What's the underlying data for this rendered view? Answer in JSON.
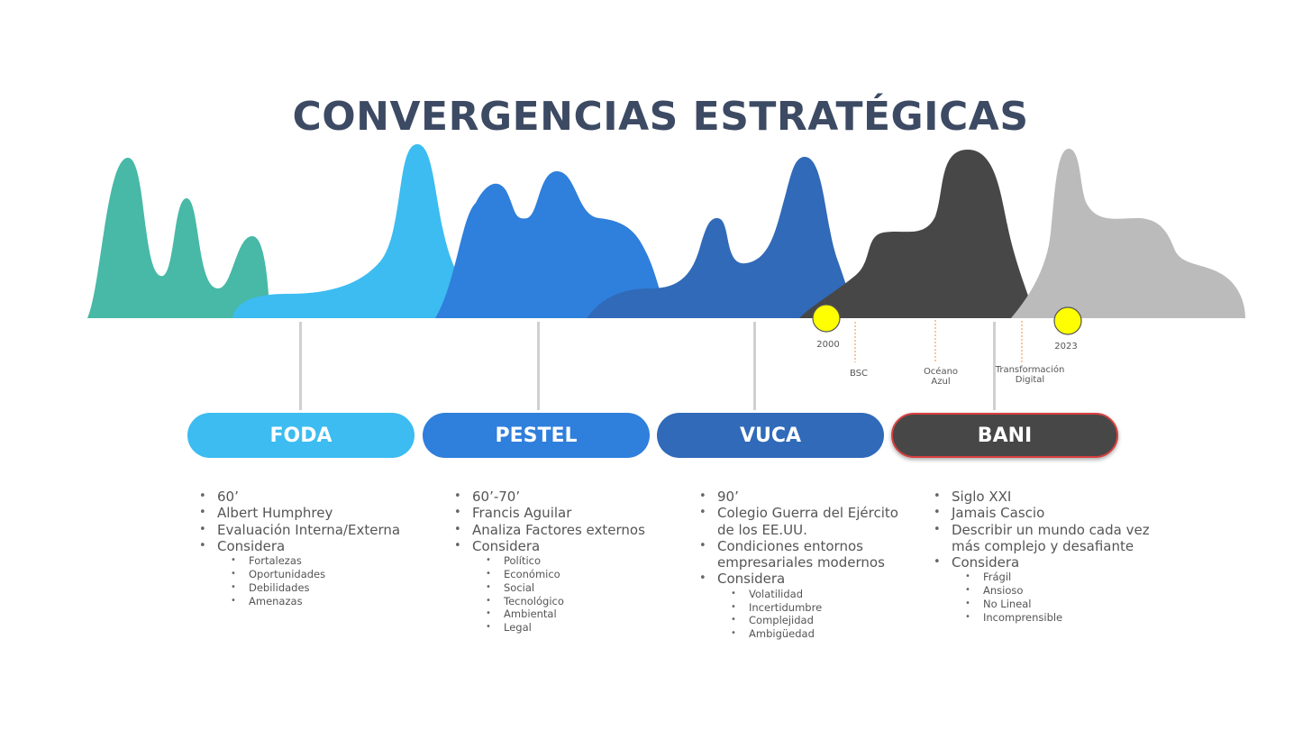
{
  "title": "CONVERGENCIAS ESTRATÉGICAS",
  "colors": {
    "title": "#3d4a63",
    "foda": "#3cbcf0",
    "pestel": "#2f7fdc",
    "vuca": "#306ab8",
    "bani": "#474747",
    "bani_border": "#d94040",
    "teal": "#47b9a6",
    "gray": "#bbbbbb",
    "marker": "#ffff00"
  },
  "timeline": {
    "markers": [
      {
        "label": "2000"
      },
      {
        "label": "2023"
      }
    ],
    "annotations": [
      {
        "line1": "BSC",
        "line2": ""
      },
      {
        "line1": "Océano",
        "line2": "Azul"
      },
      {
        "line1": "Transformación",
        "line2": "Digital"
      }
    ]
  },
  "columns": {
    "foda": {
      "label": "FODA",
      "items": [
        "60’",
        "Albert Humphrey",
        "Evaluación Interna/Externa",
        "Considera"
      ],
      "sub": [
        "Fortalezas",
        "Oportunidades",
        "Debilidades",
        "Amenazas"
      ]
    },
    "pestel": {
      "label": "PESTEL",
      "items": [
        "60’-70’",
        "Francis Aguilar",
        "Analiza Factores externos",
        "Considera"
      ],
      "sub": [
        "Político",
        "Económico",
        "Social",
        "Tecnológico",
        "Ambiental",
        "Legal"
      ]
    },
    "vuca": {
      "label": "VUCA",
      "items": [
        "90’",
        "Colegio Guerra del Ejército de los EE.UU.",
        "Condiciones entornos empresariales modernos",
        "Considera"
      ],
      "sub": [
        "Volatilidad",
        "Incertidumbre",
        "Complejidad",
        "Ambigüedad"
      ]
    },
    "bani": {
      "label": "BANI",
      "items": [
        "Siglo XXI",
        "Jamais Cascio",
        "Describir un mundo cada vez más complejo y desafiante",
        "Considera"
      ],
      "sub": [
        "Frágil",
        "Ansioso",
        "No Lineal",
        "Incomprensible"
      ]
    }
  }
}
